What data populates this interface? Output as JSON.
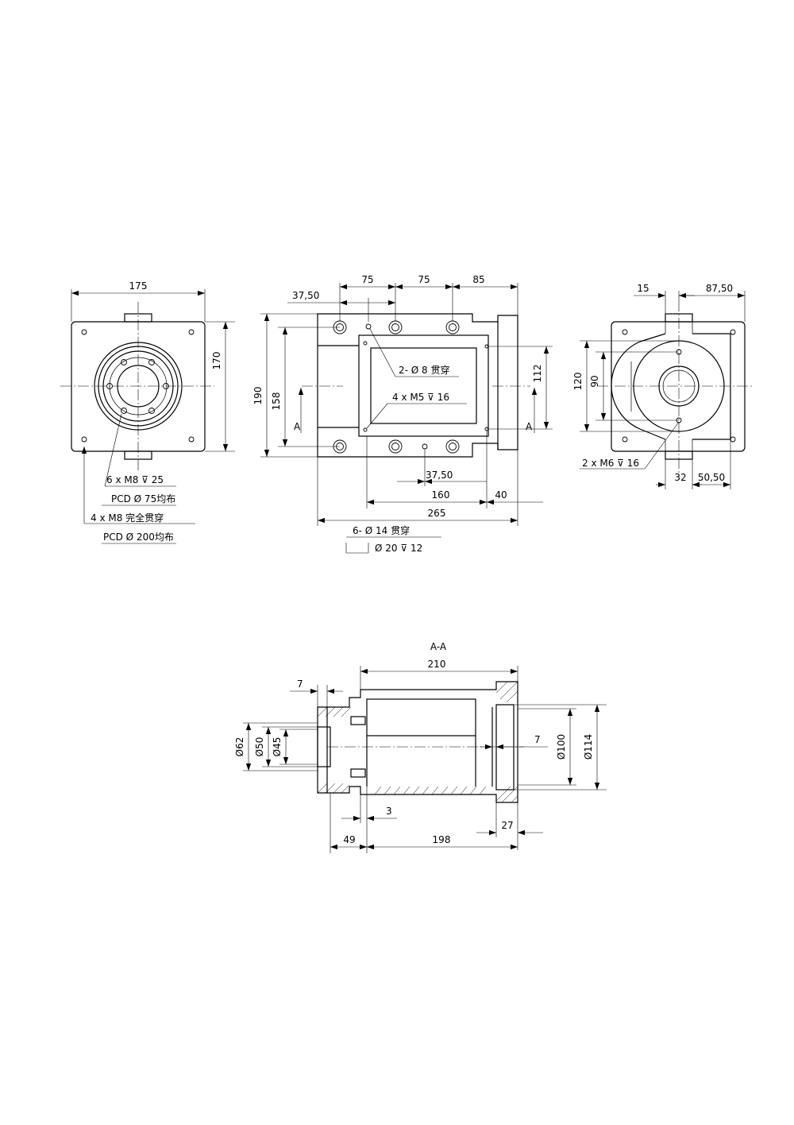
{
  "views": {
    "front": {
      "dims": {
        "width": "175",
        "height": "170"
      },
      "notes": {
        "m8_25": "6 x  M8  ⊽  25",
        "pcd75": "PCD Ø 75均布",
        "m8_through": "4 x  M8   完全贯穿",
        "pcd200": "PCD Ø 200均布"
      }
    },
    "top": {
      "dims": {
        "d3750": "37,50",
        "d75a": "75",
        "d75b": "75",
        "d85": "85",
        "d190": "190",
        "d158": "158",
        "d112": "112",
        "d3750b": "37,50",
        "d160": "160",
        "d40": "40",
        "d265": "265"
      },
      "section_mark": "A",
      "notes": {
        "phi8": "2- Ø 8 贯穿",
        "m5": "4 x M5  ⊽  16",
        "phi14": "6- Ø 14 贯穿",
        "phi20": "Ø 20 ⊽ 12"
      }
    },
    "side": {
      "dims": {
        "d15": "15",
        "d8750": "87,50",
        "d120": "120",
        "d90": "90",
        "d32": "32",
        "d5050": "50,50"
      },
      "notes": {
        "m6": "2 x M6 ⊽ 16"
      }
    },
    "section": {
      "title": "A-A",
      "dims": {
        "d210": "210",
        "d7a": "7",
        "d7b": "7",
        "d3": "3",
        "d27": "27",
        "d49": "49",
        "d198": "198",
        "phi62": "Ø62",
        "phi50": "Ø50",
        "phi45": "Ø45",
        "phi100": "Ø100",
        "phi114": "Ø114"
      }
    }
  }
}
